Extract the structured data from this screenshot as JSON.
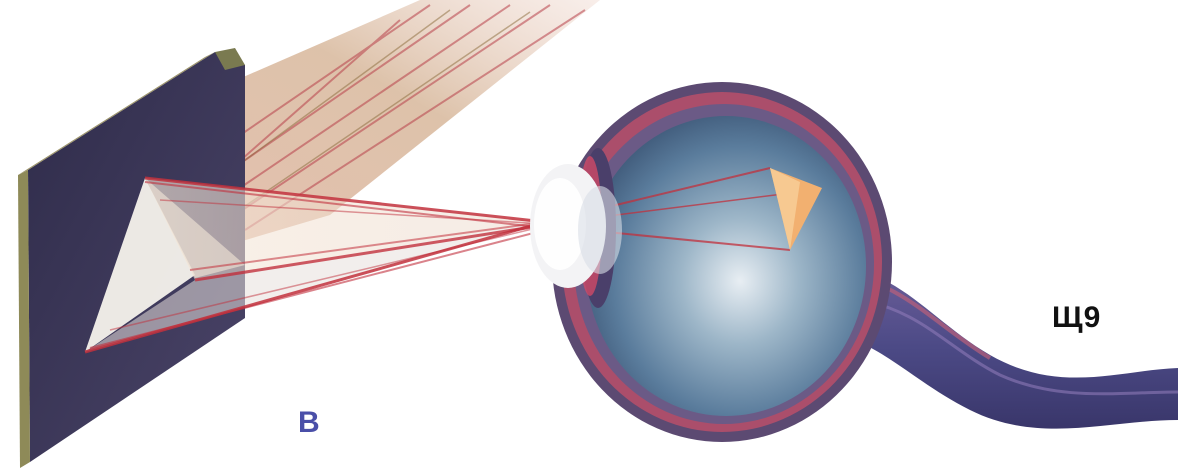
{
  "labels": {
    "object_label": "B",
    "nerve_label": "Щ9"
  },
  "colors": {
    "background": "#ffffff",
    "panel_face": "#3f3b5c",
    "panel_edge": "#8f8a55",
    "object_fill": "#f4f1ea",
    "ray": "#c2313d",
    "eye_body": "#4f6e90",
    "eye_wall": "#5c4a72",
    "cornea": "#f3f3f5",
    "retina_image": "#f2b070",
    "optic_nerve": "#4f4a86",
    "label_b": "#4a4fa8",
    "label_nerve": "#111111"
  },
  "icons": [
    "eye-illustration",
    "object-panel",
    "light-rays",
    "optic-nerve"
  ]
}
